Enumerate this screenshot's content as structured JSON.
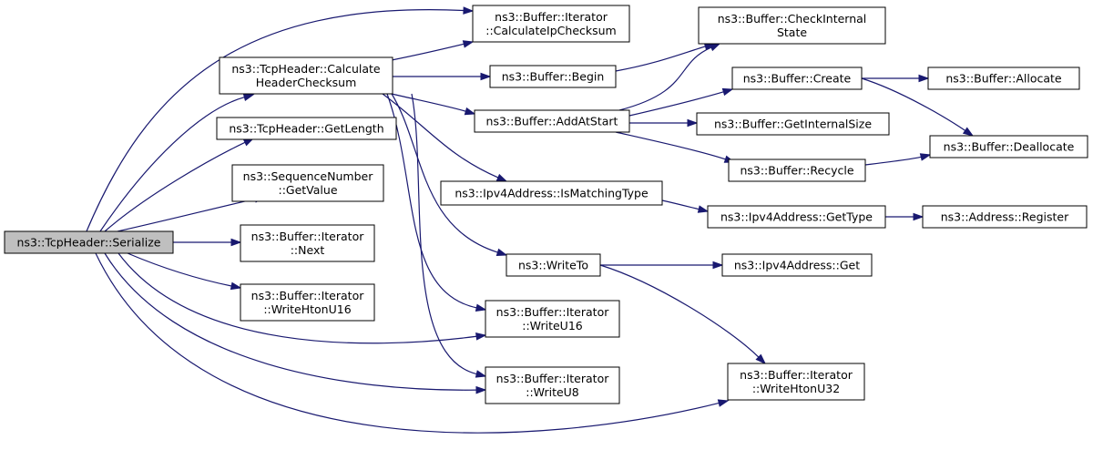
{
  "nodes": [
    {
      "id": "serialize",
      "lines": [
        "ns3::TcpHeader::Serialize"
      ],
      "highlighted": true
    },
    {
      "id": "calc_hdr",
      "lines": [
        "ns3::TcpHeader::Calculate",
        "HeaderChecksum"
      ]
    },
    {
      "id": "get_length",
      "lines": [
        "ns3::TcpHeader::GetLength"
      ]
    },
    {
      "id": "seq_getvalue",
      "lines": [
        "ns3::SequenceNumber",
        "::GetValue"
      ]
    },
    {
      "id": "iter_next",
      "lines": [
        "ns3::Buffer::Iterator",
        "::Next"
      ]
    },
    {
      "id": "iter_whtonu16",
      "lines": [
        "ns3::Buffer::Iterator",
        "::WriteHtonU16"
      ]
    },
    {
      "id": "iter_calcip",
      "lines": [
        "ns3::Buffer::Iterator",
        "::CalculateIpChecksum"
      ]
    },
    {
      "id": "buf_begin",
      "lines": [
        "ns3::Buffer::Begin"
      ]
    },
    {
      "id": "buf_addatstart",
      "lines": [
        "ns3::Buffer::AddAtStart"
      ]
    },
    {
      "id": "ipv4_ismatching",
      "lines": [
        "ns3::Ipv4Address::IsMatchingType"
      ]
    },
    {
      "id": "writeto",
      "lines": [
        "ns3::WriteTo"
      ]
    },
    {
      "id": "iter_writeu16",
      "lines": [
        "ns3::Buffer::Iterator",
        "::WriteU16"
      ]
    },
    {
      "id": "iter_writeu8",
      "lines": [
        "ns3::Buffer::Iterator",
        "::WriteU8"
      ]
    },
    {
      "id": "buf_checkinternal",
      "lines": [
        "ns3::Buffer::CheckInternal",
        "State"
      ]
    },
    {
      "id": "buf_create",
      "lines": [
        "ns3::Buffer::Create"
      ]
    },
    {
      "id": "buf_getinternalsize",
      "lines": [
        "ns3::Buffer::GetInternalSize"
      ]
    },
    {
      "id": "buf_recycle",
      "lines": [
        "ns3::Buffer::Recycle"
      ]
    },
    {
      "id": "ipv4_gettype",
      "lines": [
        "ns3::Ipv4Address::GetType"
      ]
    },
    {
      "id": "ipv4_get",
      "lines": [
        "ns3::Ipv4Address::Get"
      ]
    },
    {
      "id": "iter_whtonu32",
      "lines": [
        "ns3::Buffer::Iterator",
        "::WriteHtonU32"
      ]
    },
    {
      "id": "buf_allocate",
      "lines": [
        "ns3::Buffer::Allocate"
      ]
    },
    {
      "id": "buf_deallocate",
      "lines": [
        "ns3::Buffer::Deallocate"
      ]
    },
    {
      "id": "addr_register",
      "lines": [
        "ns3::Address::Register"
      ]
    }
  ],
  "edges": [
    {
      "from": "serialize",
      "to": "iter_calcip"
    },
    {
      "from": "serialize",
      "to": "calc_hdr"
    },
    {
      "from": "serialize",
      "to": "get_length"
    },
    {
      "from": "serialize",
      "to": "seq_getvalue"
    },
    {
      "from": "serialize",
      "to": "iter_next"
    },
    {
      "from": "serialize",
      "to": "iter_whtonu16"
    },
    {
      "from": "serialize",
      "to": "iter_writeu16"
    },
    {
      "from": "serialize",
      "to": "iter_writeu8"
    },
    {
      "from": "serialize",
      "to": "iter_whtonu32"
    },
    {
      "from": "calc_hdr",
      "to": "iter_calcip"
    },
    {
      "from": "calc_hdr",
      "to": "buf_begin"
    },
    {
      "from": "calc_hdr",
      "to": "buf_addatstart"
    },
    {
      "from": "calc_hdr",
      "to": "ipv4_ismatching"
    },
    {
      "from": "calc_hdr",
      "to": "writeto"
    },
    {
      "from": "calc_hdr",
      "to": "iter_writeu16"
    },
    {
      "from": "calc_hdr",
      "to": "iter_writeu8"
    },
    {
      "from": "buf_begin",
      "to": "buf_checkinternal"
    },
    {
      "from": "buf_addatstart",
      "to": "buf_checkinternal"
    },
    {
      "from": "buf_addatstart",
      "to": "buf_create"
    },
    {
      "from": "buf_addatstart",
      "to": "buf_getinternalsize"
    },
    {
      "from": "buf_addatstart",
      "to": "buf_recycle"
    },
    {
      "from": "buf_create",
      "to": "buf_allocate"
    },
    {
      "from": "buf_create",
      "to": "buf_deallocate"
    },
    {
      "from": "buf_recycle",
      "to": "buf_deallocate"
    },
    {
      "from": "ipv4_ismatching",
      "to": "ipv4_gettype"
    },
    {
      "from": "ipv4_gettype",
      "to": "addr_register"
    },
    {
      "from": "writeto",
      "to": "ipv4_get"
    },
    {
      "from": "writeto",
      "to": "iter_whtonu32"
    }
  ]
}
